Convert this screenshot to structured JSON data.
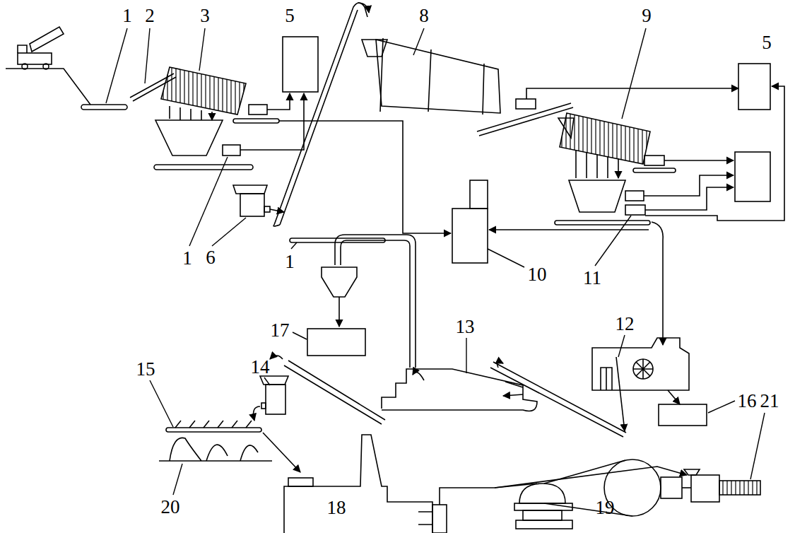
{
  "diagram": {
    "labels": [
      "1",
      "2",
      "3",
      "5",
      "8",
      "9",
      "5",
      "1",
      "6",
      "1",
      "10",
      "11",
      "17",
      "13",
      "12",
      "16",
      "14",
      "15",
      "21",
      "20",
      "18",
      "19"
    ]
  }
}
